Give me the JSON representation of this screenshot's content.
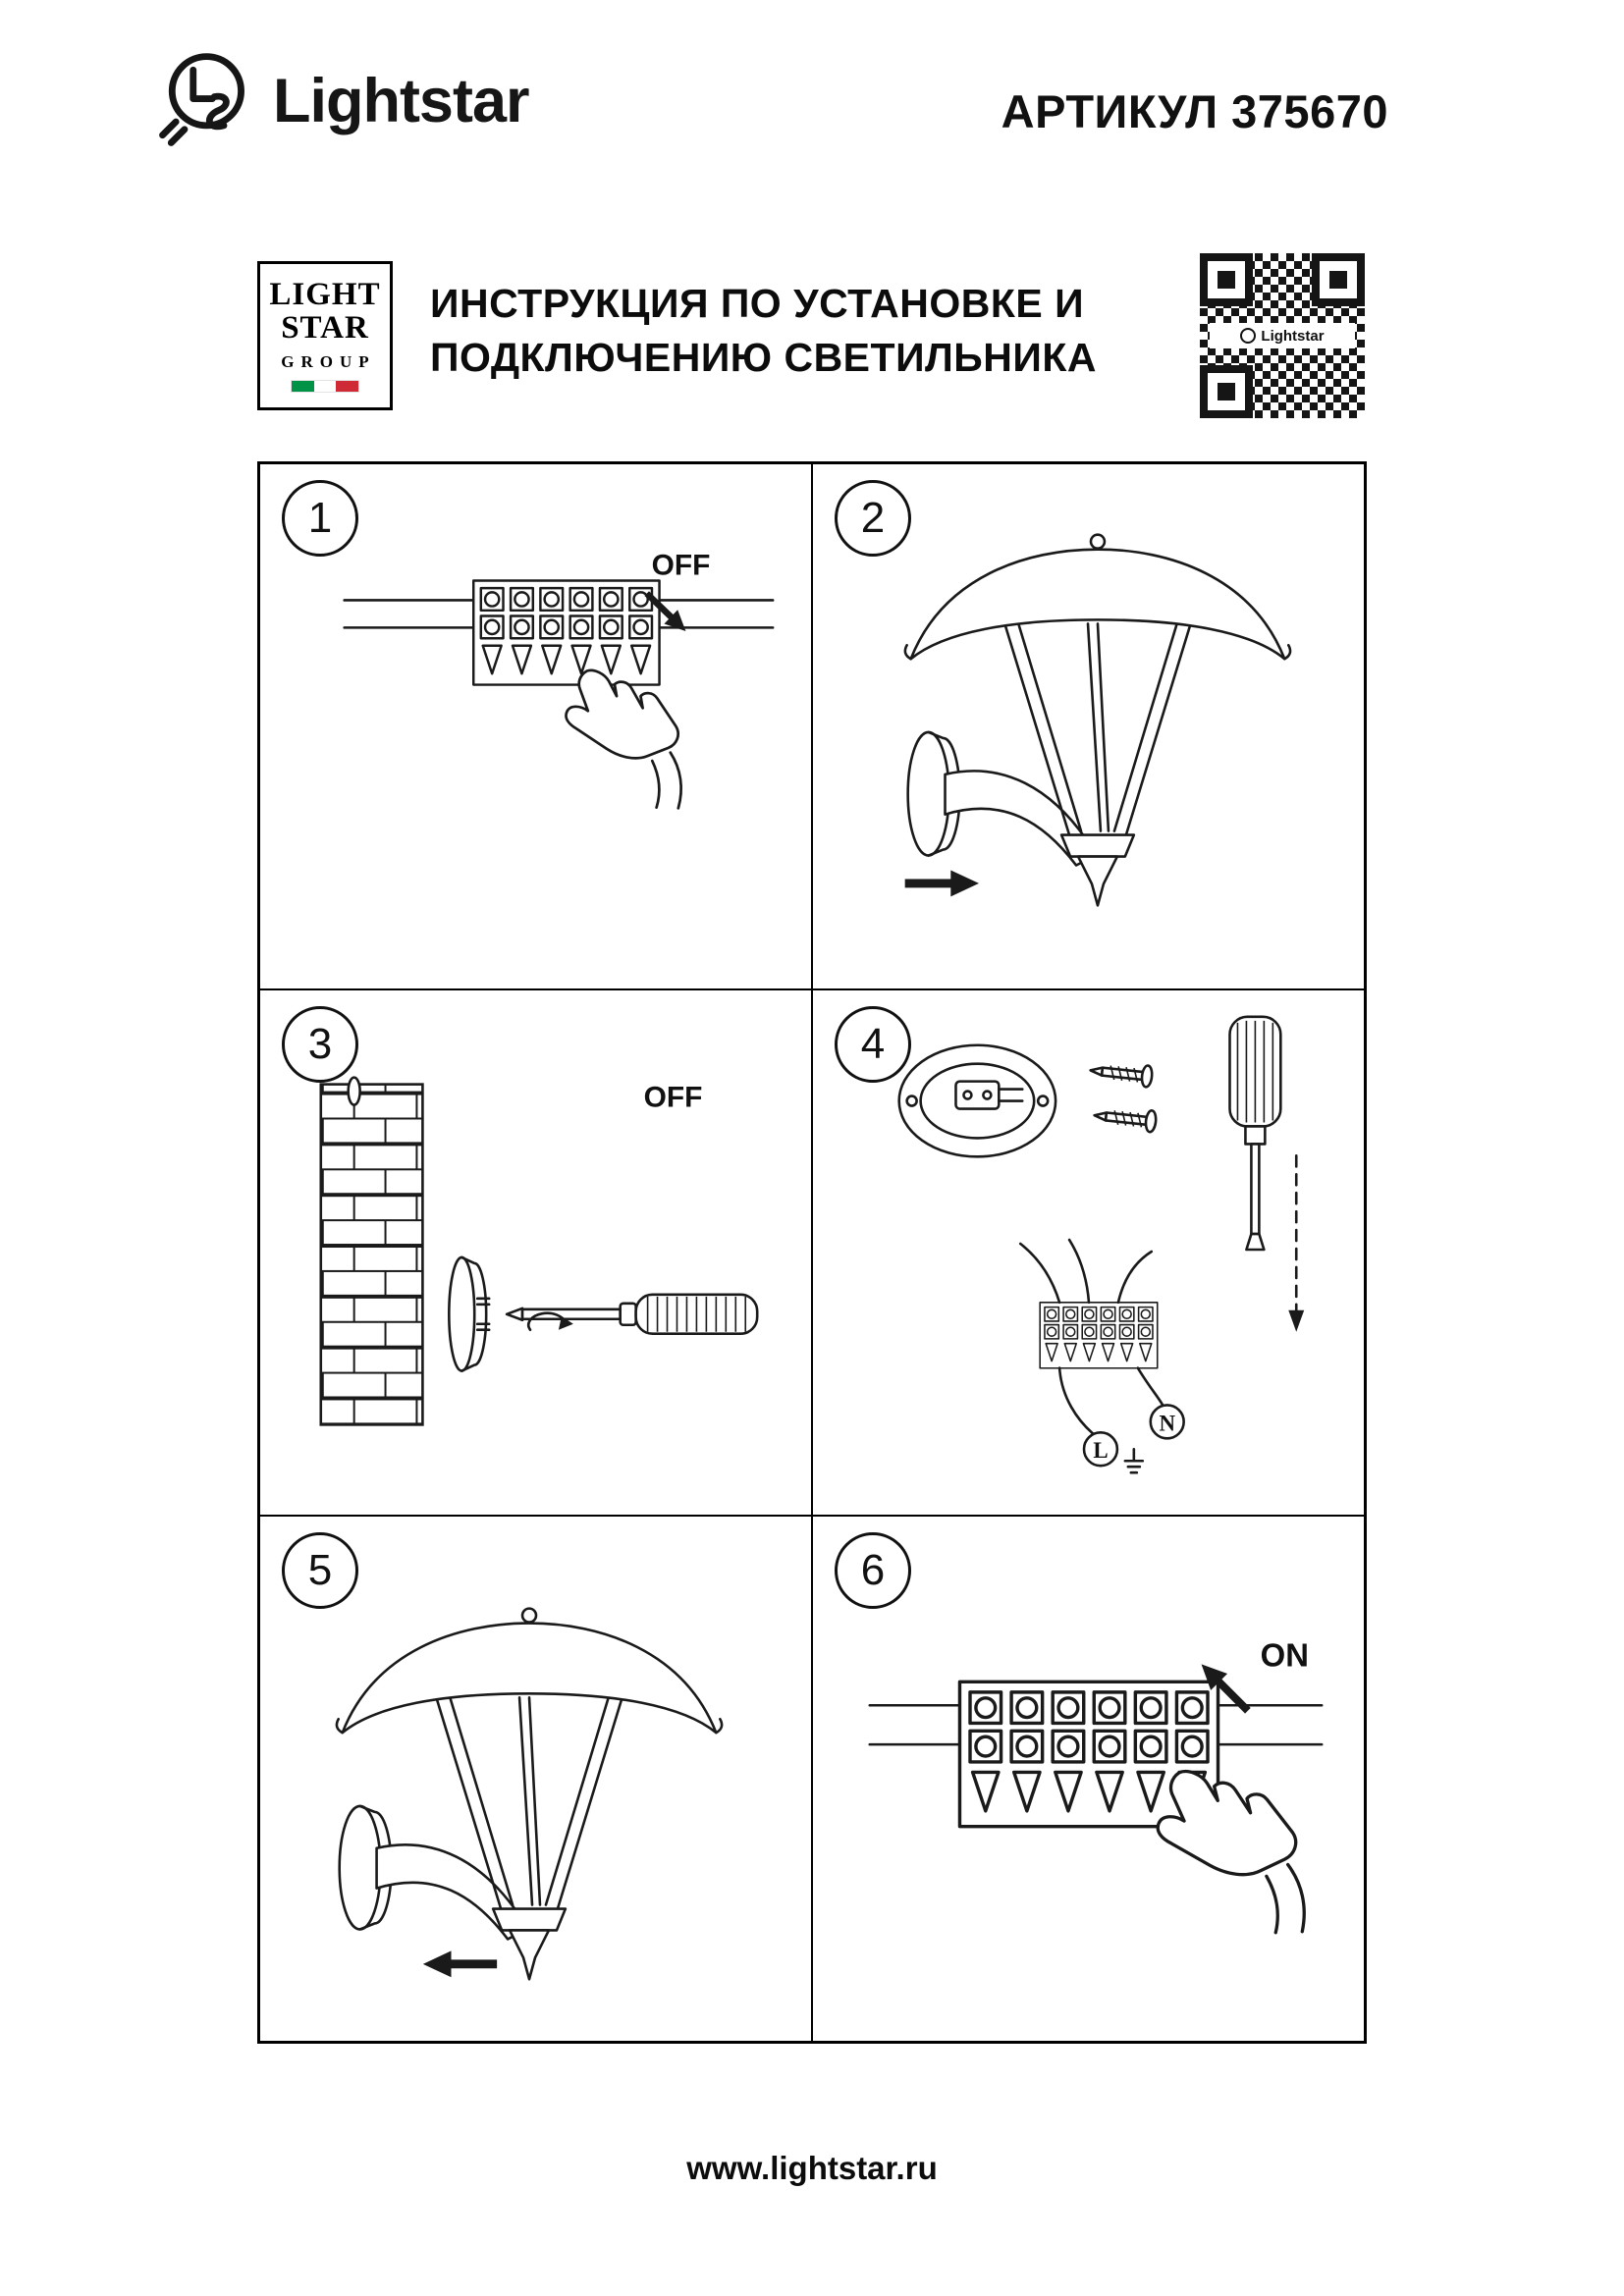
{
  "header": {
    "brand": "Lightstar",
    "article": "АРТИКУЛ 375670"
  },
  "logo_box": {
    "line1": "LIGHT",
    "line2": "STAR",
    "line3": "GROUP"
  },
  "instruction_title": {
    "line1": "ИНСТРУКЦИЯ ПО УСТАНОВКЕ И",
    "line2": "ПОДКЛЮЧЕНИЮ СВЕТИЛЬНИКА"
  },
  "qr": {
    "caption": "Lightstar"
  },
  "steps": [
    {
      "number": "1",
      "switch_label": "OFF"
    },
    {
      "number": "2"
    },
    {
      "number": "3",
      "switch_label": "OFF"
    },
    {
      "number": "4",
      "terminal_l": "L",
      "terminal_n": "N"
    },
    {
      "number": "5"
    },
    {
      "number": "6",
      "switch_label": "ON"
    }
  ],
  "footer": {
    "url": "www.lightstar.ru"
  }
}
